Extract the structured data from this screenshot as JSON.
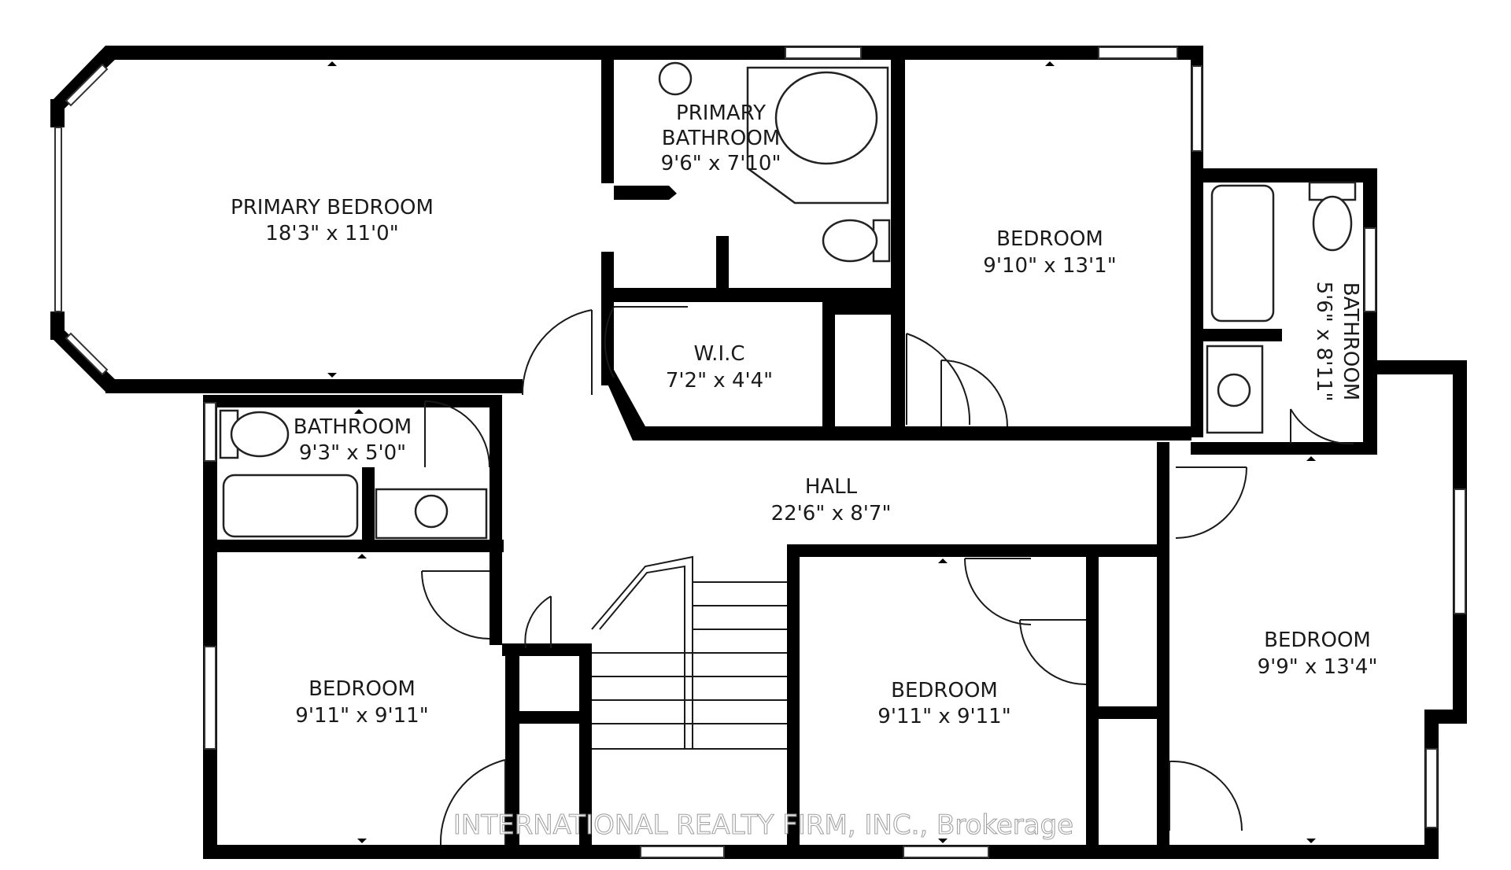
{
  "rooms": {
    "primary_bedroom": {
      "name": "PRIMARY BEDROOM",
      "dims": "18'3\" x 11'0\""
    },
    "primary_bathroom": {
      "name_line1": "PRIMARY",
      "name_line2": "BATHROOM",
      "dims": "9'6\" x 7'10\""
    },
    "bedroom_ne": {
      "name": "BEDROOM",
      "dims": "9'10\" x 13'1\""
    },
    "bathroom_east": {
      "name": "BATHROOM",
      "dims": "5'6\" x 8'11\""
    },
    "wic": {
      "name": "W.I.C",
      "dims": "7'2\" x 4'4\""
    },
    "bathroom_west": {
      "name": "BATHROOM",
      "dims": "9'3\" x 5'0\""
    },
    "hall": {
      "name": "HALL",
      "dims": "22'6\" x 8'7\""
    },
    "bedroom_sw": {
      "name": "BEDROOM",
      "dims": "9'11\" x 9'11\""
    },
    "bedroom_s": {
      "name": "BEDROOM",
      "dims": "9'11\" x 9'11\""
    },
    "bedroom_se": {
      "name": "BEDROOM",
      "dims": "9'9\" x 13'4\""
    }
  },
  "watermark": "INTERNATIONAL REALTY FIRM, INC., Brokerage"
}
